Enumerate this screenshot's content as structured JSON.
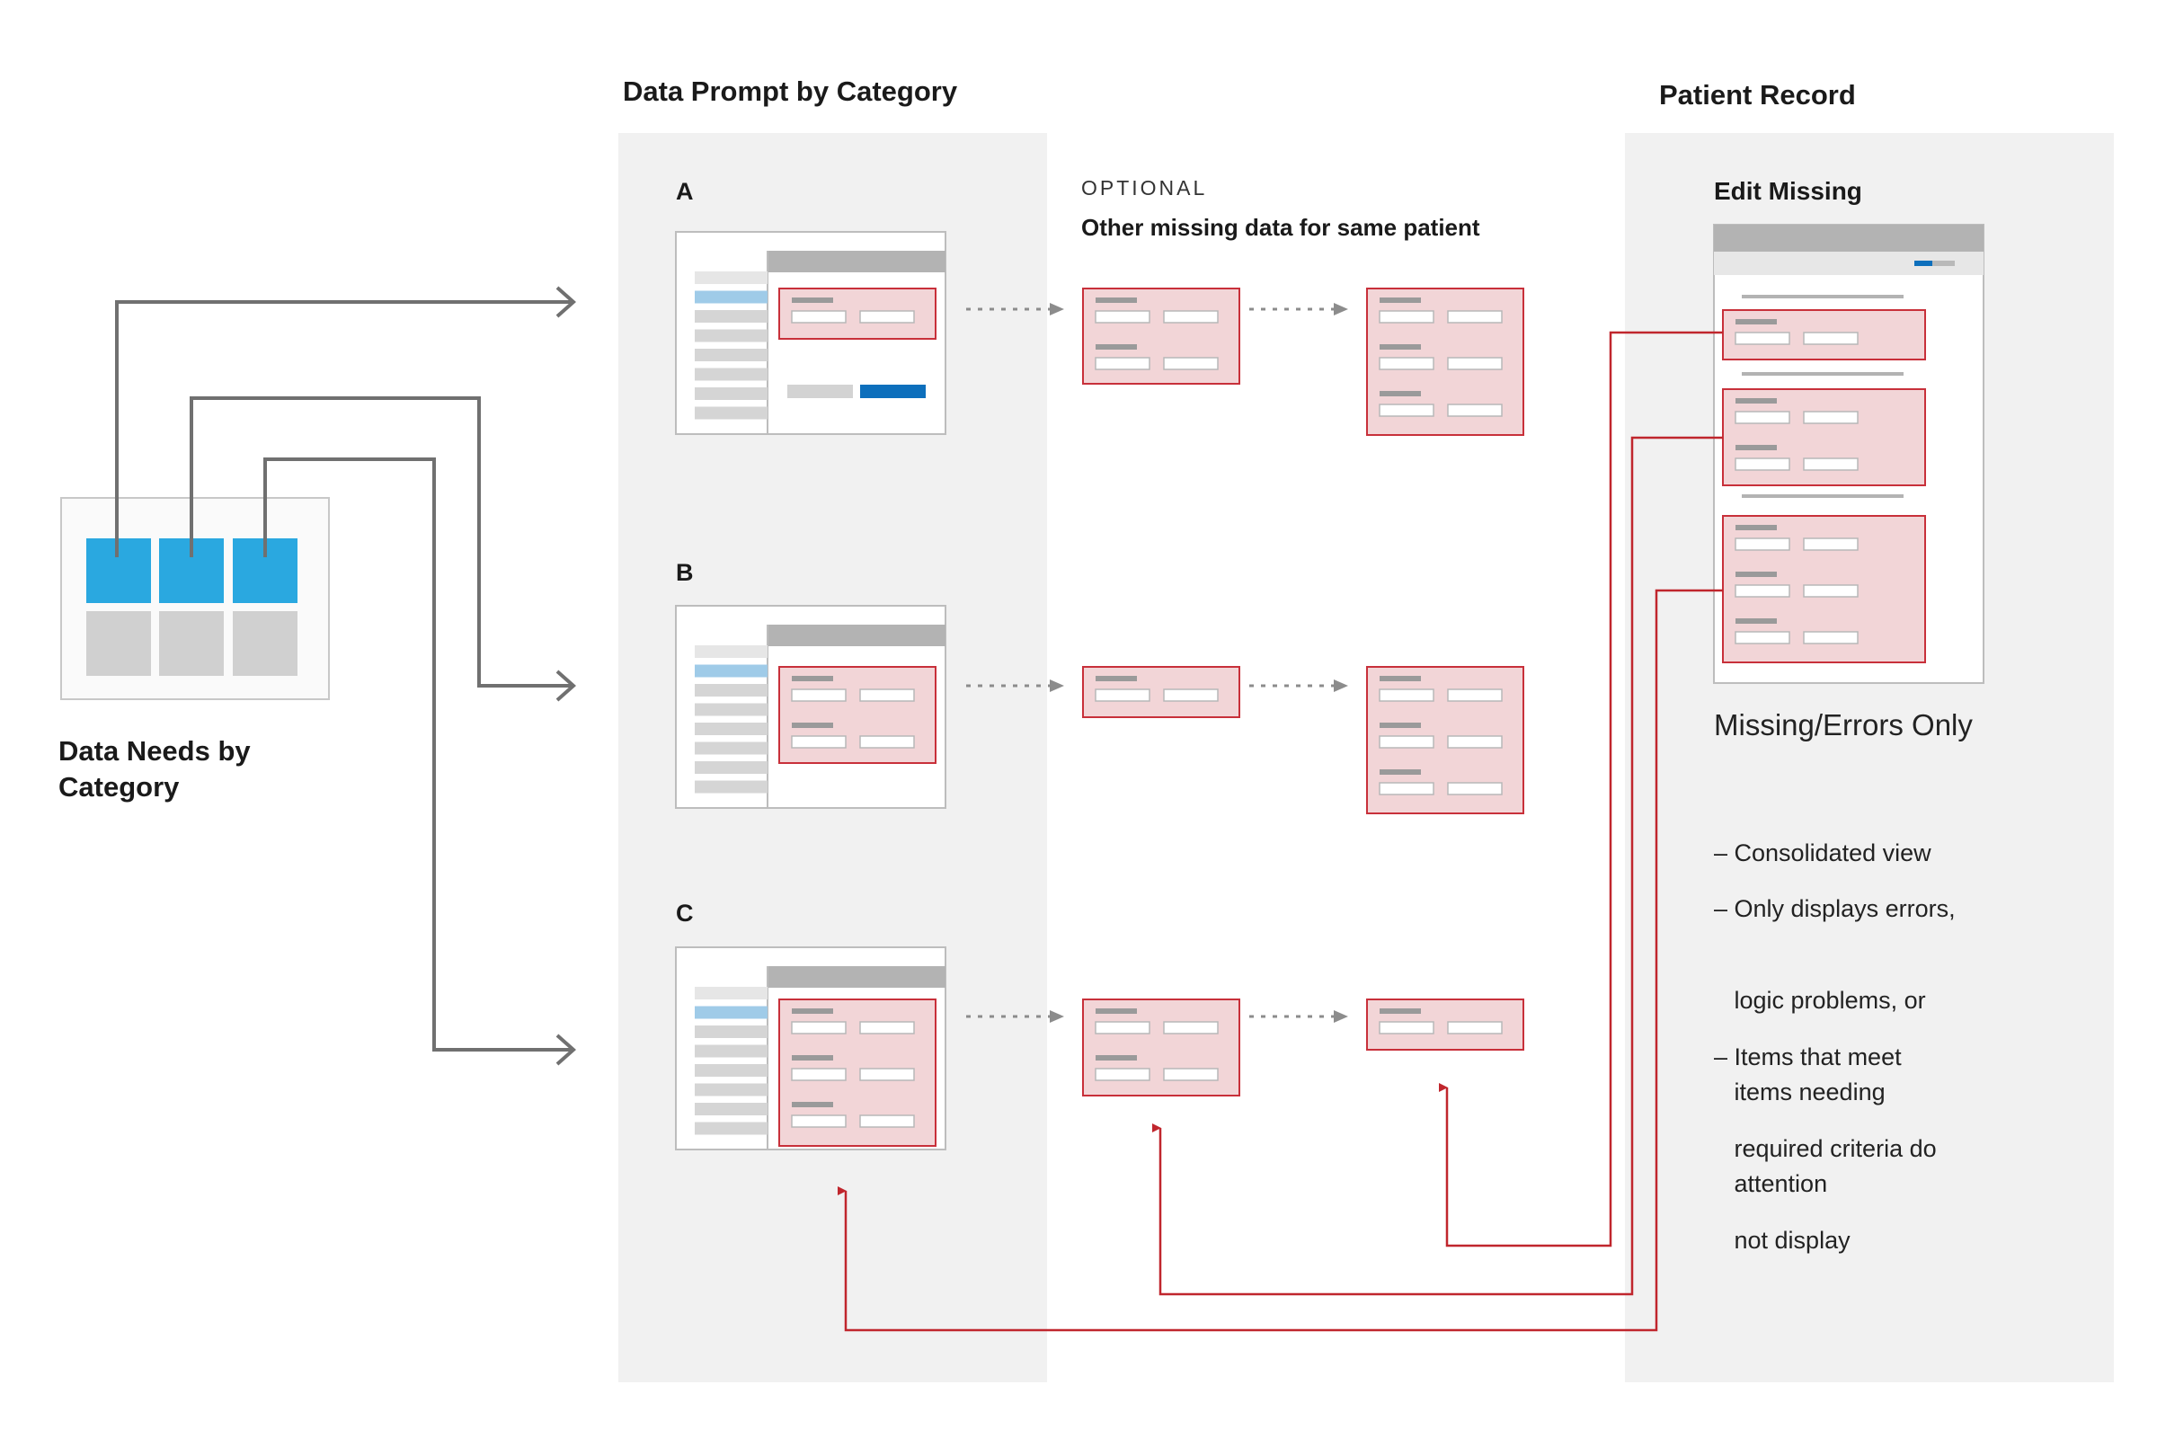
{
  "needs": {
    "title_line1": "Data Needs by",
    "title_line2": "Category"
  },
  "prompt": {
    "title": "Data Prompt by Category",
    "optional_label": "OPTIONAL",
    "optional_caption": "Other missing data for same patient",
    "rows": [
      {
        "label": "A"
      },
      {
        "label": "B"
      },
      {
        "label": "C"
      }
    ]
  },
  "record": {
    "title": "Patient Record",
    "window_title": "Edit Missing",
    "heading": "Missing/Errors Only",
    "bullets": [
      {
        "lines": [
          "– Consolidated view"
        ]
      },
      {
        "lines": [
          "– Only displays errors,",
          "   logic problems, or",
          "   items needing",
          "   attention"
        ]
      },
      {
        "lines": [
          "– Items that meet",
          "   required criteria do",
          "   not display"
        ]
      }
    ]
  },
  "colors": {
    "panel": "#f1f1f1",
    "accent_blue": "#2aa8e0",
    "button_blue": "#0d6fbc",
    "error_fill": "#f2d5d7",
    "error_stroke": "#c8303a",
    "connector_gray": "#707070",
    "return_red": "#c0262d",
    "tile_gray": "#d0d0d0"
  }
}
